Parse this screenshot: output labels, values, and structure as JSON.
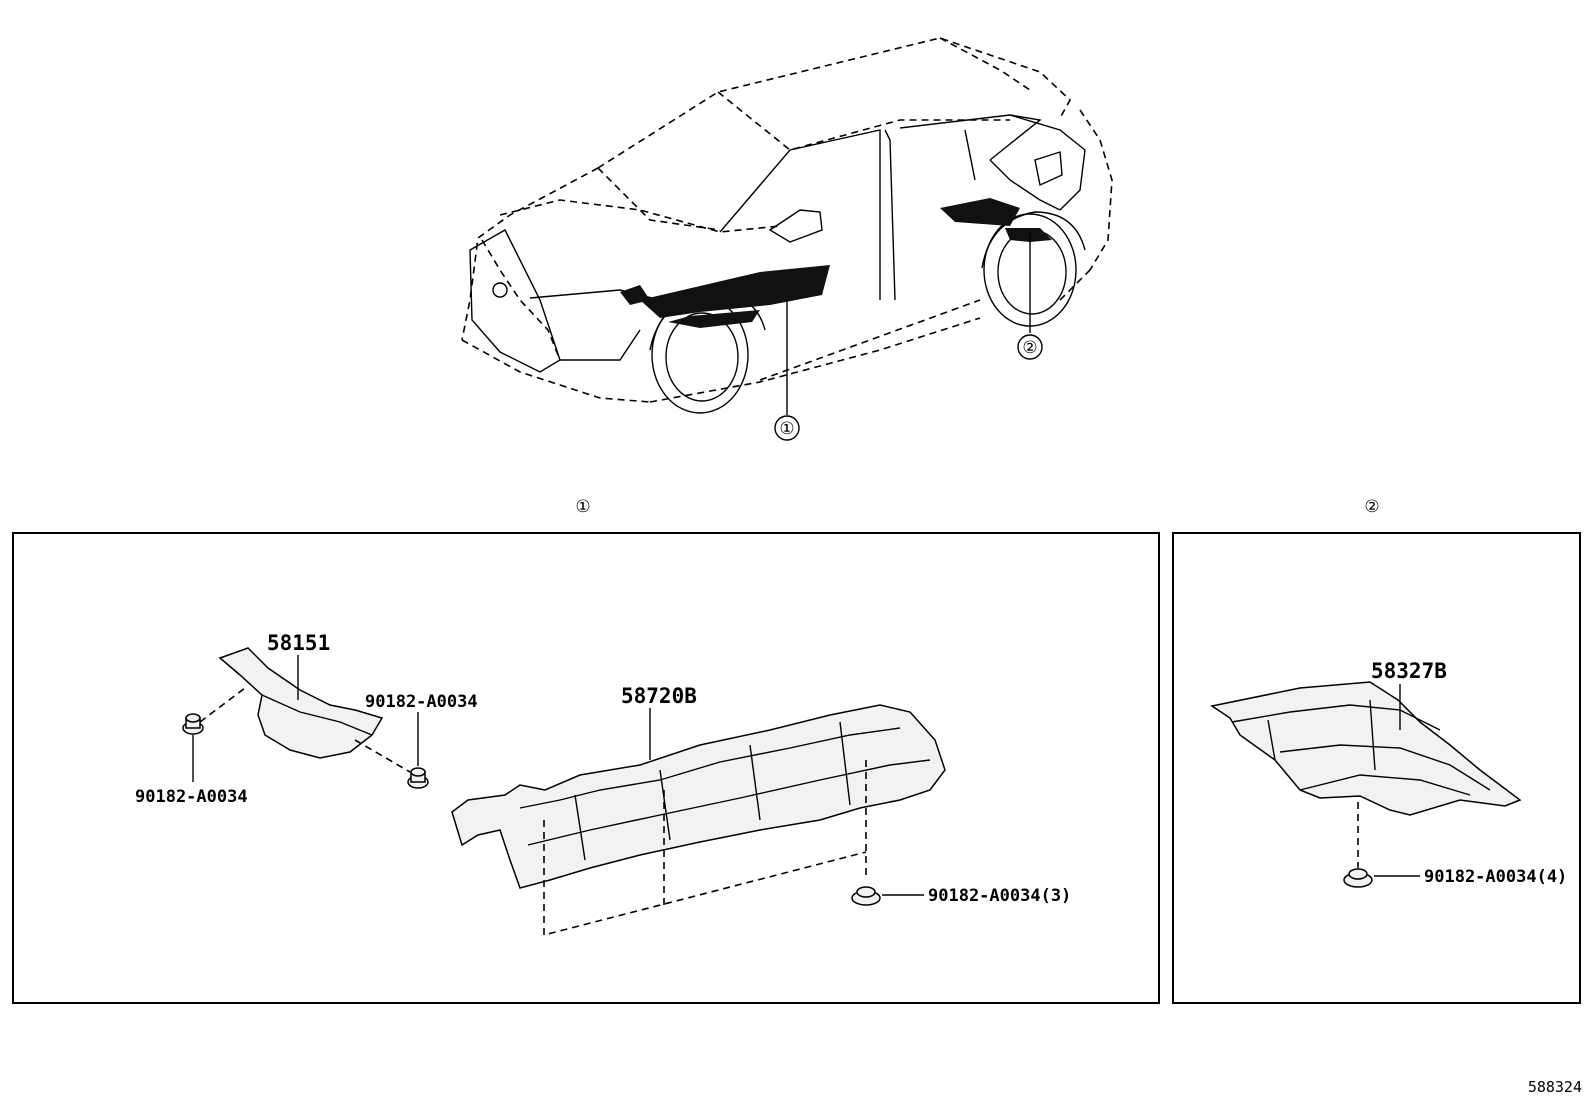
{
  "overview": {
    "callout_1": "①",
    "callout_2": "②"
  },
  "panel_1": {
    "header": "①",
    "parts": {
      "shield_small": "58151",
      "shield_large": "58720B",
      "clip_left": "90182-A0034",
      "clip_right": "90182-A0034",
      "clip_bottom": "90182-A0034(3)"
    }
  },
  "panel_2": {
    "header": "②",
    "parts": {
      "shield_rear": "58327B",
      "clip_rear": "90182-A0034(4)"
    }
  },
  "footer": {
    "illustration_id": "588324"
  }
}
